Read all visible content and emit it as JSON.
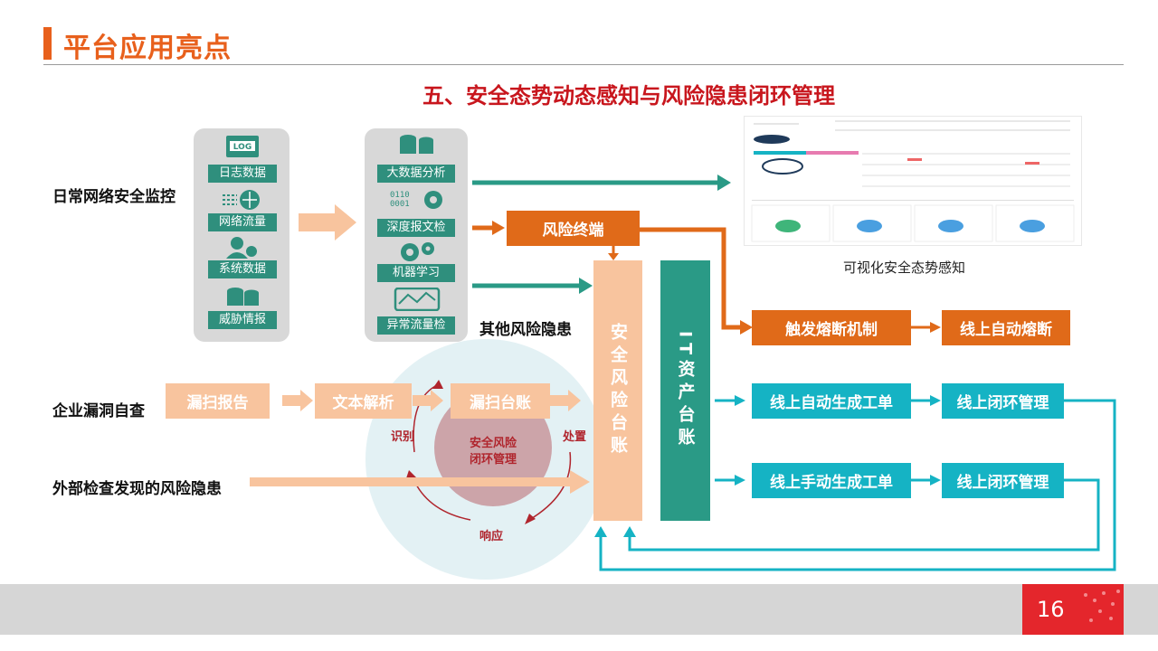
{
  "header": {
    "title": "平台应用亮点"
  },
  "main_title": "五、安全态势动态感知与风险隐患闭环管理",
  "rows": {
    "monitoring": "日常网络安全监控",
    "vuln_check": "企业漏洞自查",
    "external": "外部检查发现的风险隐患"
  },
  "data_sources": [
    {
      "label": "日志数据",
      "icon": "log-icon"
    },
    {
      "label": "网络流量",
      "icon": "network-icon"
    },
    {
      "label": "系统数据",
      "icon": "system-user-icon"
    },
    {
      "label": "威胁情报",
      "icon": "threat-db-icon"
    }
  ],
  "analysis_methods": [
    {
      "label": "大数据分析",
      "icon": "database-icon"
    },
    {
      "label": "深度报文检",
      "icon": "binary-icon"
    },
    {
      "label": "机器学习",
      "icon": "gears-icon"
    },
    {
      "label": "异常流量检",
      "icon": "waveform-icon"
    }
  ],
  "risk_terminal": "风险终端",
  "other_risks": "其他风险隐患",
  "vuln_flow": [
    "漏扫报告",
    "文本解析",
    "漏扫台账"
  ],
  "cycle": {
    "center": "安全风险\n闭环管理",
    "identify": "识别",
    "dispose": "处置",
    "respond": "响应"
  },
  "ledgers": {
    "security_ledger": "安全风险台账",
    "it_ledger": "IT资产台账"
  },
  "visualization_caption": "可视化安全态势感知",
  "outcomes": [
    {
      "left": "触发熔断机制",
      "right": "线上自动熔断",
      "color": "#e06a19"
    },
    {
      "left": "线上自动生成工单",
      "right": "线上闭环管理",
      "color": "#15b3c4"
    },
    {
      "left": "线上手动生成工单",
      "right": "线上闭环管理",
      "color": "#15b3c4"
    }
  ],
  "page_number": "16",
  "colors": {
    "accent_orange": "#e8601c",
    "title_red": "#c8161d",
    "teal_dark": "#2a9a86",
    "teal_light": "#15b3c4",
    "peach": "#f8c49e"
  }
}
